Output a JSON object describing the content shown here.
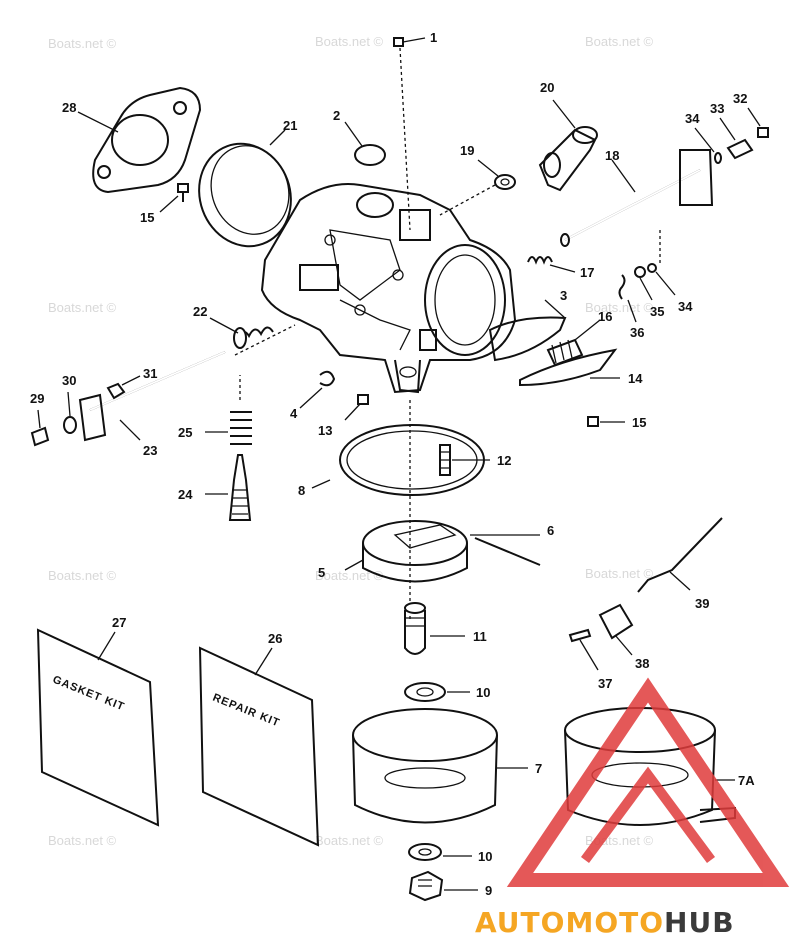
{
  "watermark": "Boats.net ©",
  "callouts": {
    "c1": "1",
    "c2": "2",
    "c3": "3",
    "c4": "4",
    "c5": "5",
    "c6": "6",
    "c7": "7",
    "c7a": "7A",
    "c8": "8",
    "c9": "9",
    "c10a": "10",
    "c10b": "10",
    "c11": "11",
    "c12": "12",
    "c13": "13",
    "c14": "14",
    "c15a": "15",
    "c15b": "15",
    "c16": "16",
    "c17": "17",
    "c18": "18",
    "c19": "19",
    "c20": "20",
    "c21": "21",
    "c22": "22",
    "c23": "23",
    "c24": "24",
    "c25": "25",
    "c26": "26",
    "c27": "27",
    "c28": "28",
    "c29": "29",
    "c30": "30",
    "c31": "31",
    "c32": "32",
    "c33": "33",
    "c34a": "34",
    "c34b": "34",
    "c35": "35",
    "c36": "36",
    "c37": "37",
    "c38": "38",
    "c39": "39"
  },
  "kits": {
    "gasket_kit": "GASKET KIT",
    "repair_kit": "REPAIR KIT"
  },
  "brand": {
    "part1": "AUTO",
    "part2": "MOTO",
    "part3": "HUB",
    "color_orange": "#f5a623",
    "color_dark": "#3a3a3a",
    "logo_red": "#e03c3c"
  }
}
